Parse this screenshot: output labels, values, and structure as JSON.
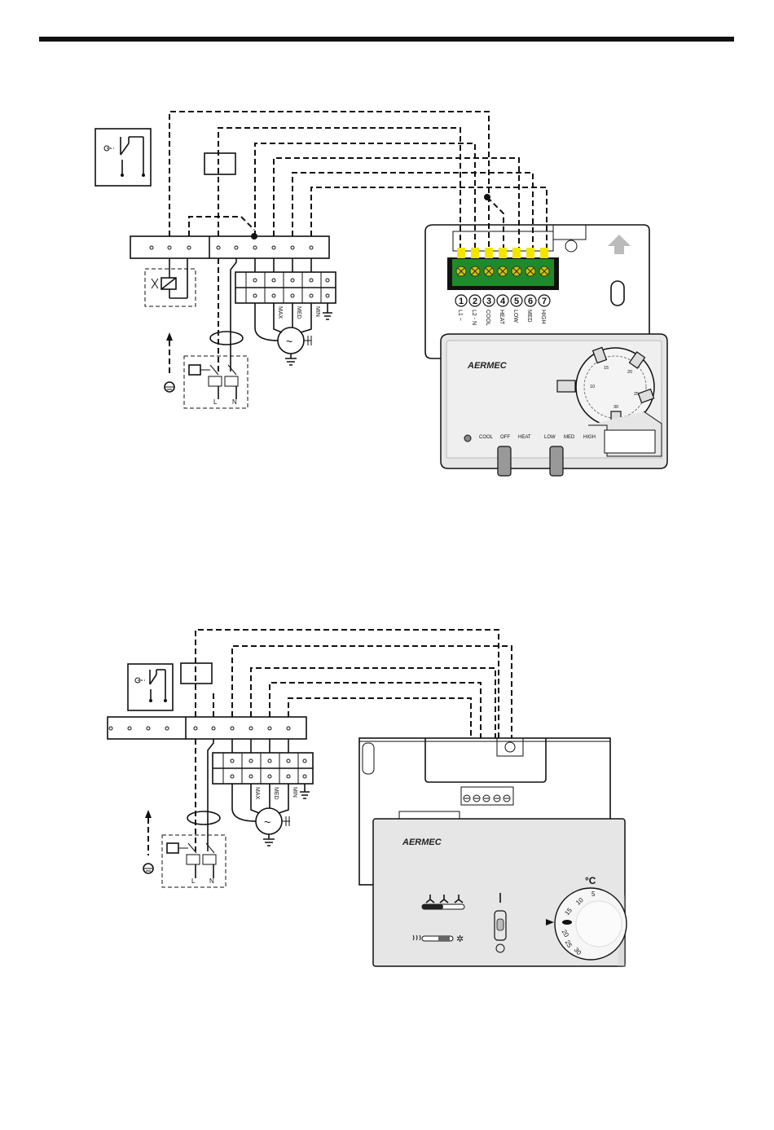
{
  "diagram1": {
    "terminal_numbers": [
      "1",
      "2",
      "3",
      "4",
      "5",
      "6",
      "7"
    ],
    "terminal_labels": [
      "L1 ~",
      "L2 - N",
      "COOL",
      "HEAT",
      "LOW",
      "MED",
      "HIGH"
    ],
    "motor_labels": [
      "MAX",
      "MED",
      "MIN"
    ],
    "supply_labels": [
      "L",
      "N"
    ],
    "dial_labels": [
      "10",
      "15",
      "20",
      "25",
      "30"
    ],
    "thermostat": {
      "brand": "AERMEC",
      "mode_labels": [
        "COOL",
        "OFF",
        "HEAT"
      ],
      "speed_labels": [
        "LOW",
        "MED",
        "HIGH"
      ]
    }
  },
  "diagram2": {
    "motor_labels": [
      "MAX",
      "MED",
      "MIN"
    ],
    "supply_labels": [
      "L",
      "N"
    ],
    "thermostat": {
      "brand": "AERMEC",
      "unit_label": "°C",
      "dial_labels": [
        "5",
        "10",
        "15",
        "20",
        "25",
        "30"
      ]
    }
  },
  "colors": {
    "terminal_green": "#1f8a2a",
    "screw_yellow": "#f2e600",
    "panel_gray": "#e6e6e6"
  }
}
